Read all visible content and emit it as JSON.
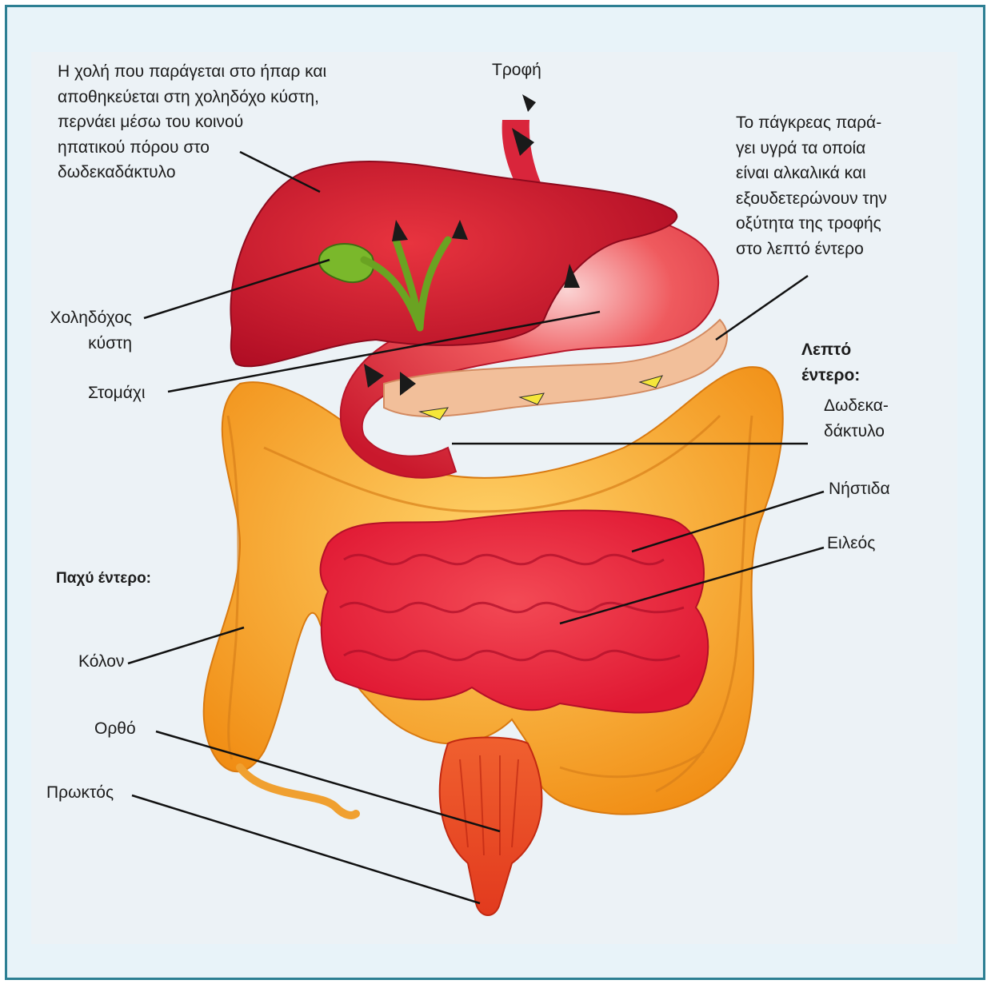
{
  "labels": {
    "bile_note": "Η χολή που παράγεται στο ήπαρ και\nαποθηκεύεται στη χοληδόχο κύστη,\nπερνάει μέσω του κοινού\nηπατικού πόρου στο\nδωδεκαδάκτυλο",
    "food": "Τροφή",
    "pancreas_note": "Το πάγκρεας παρά-\nγει υγρά τα οποία\nείναι αλκαλικά και\nεξουδετερώνουν την\nοξύτητα της τροφής\nστο λεπτό έντερο",
    "gallbladder": "Χοληδόχος\nκύστη",
    "stomach": "Στομάχι",
    "small_intestine_heading": "Λεπτό\nέντερο:",
    "duodenum": "Δωδεκα-\nδάκτυλο",
    "jejunum": "Νήστιδα",
    "ileum": "Ειλεός",
    "large_intestine_heading": "Παχύ έντερο:",
    "colon": "Κόλον",
    "rectum": "Ορθό",
    "anus": "Πρωκτός"
  },
  "colors": {
    "frame_border": "#2d7f93",
    "liver": "#c8102e",
    "stomach": "#e8434f",
    "gallbladder": "#6aa322",
    "pancreas": "#f0b78f",
    "large_intestine": "#f5a51f",
    "small_intestine": "#e8203a",
    "leader_lines": "#111111"
  },
  "icons": [
    "food-arrow-icon"
  ]
}
